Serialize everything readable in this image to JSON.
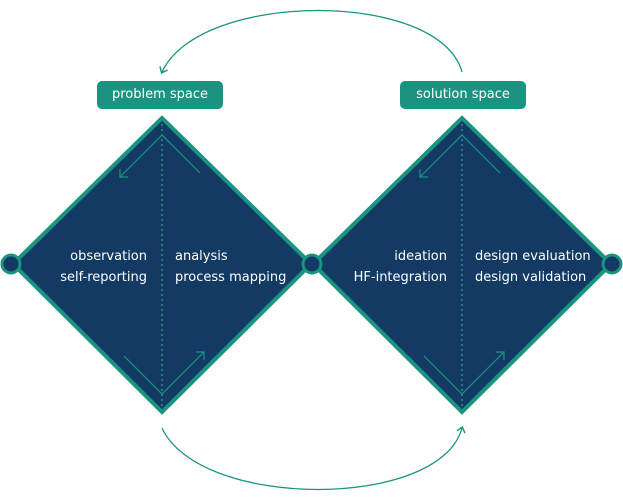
{
  "colors": {
    "teal": "#1a9481",
    "navy": "#123a63",
    "dashed": "#3fb19b",
    "white": "#ffffff"
  },
  "problem_space": {
    "label": "problem space",
    "left_items": [
      "observation",
      "self-reporting"
    ],
    "right_items": [
      "analysis",
      "process mapping"
    ]
  },
  "solution_space": {
    "label": "solution space",
    "left_items": [
      "ideation",
      "HF-integration"
    ],
    "right_items": [
      "design evaluation",
      "design validation"
    ]
  }
}
